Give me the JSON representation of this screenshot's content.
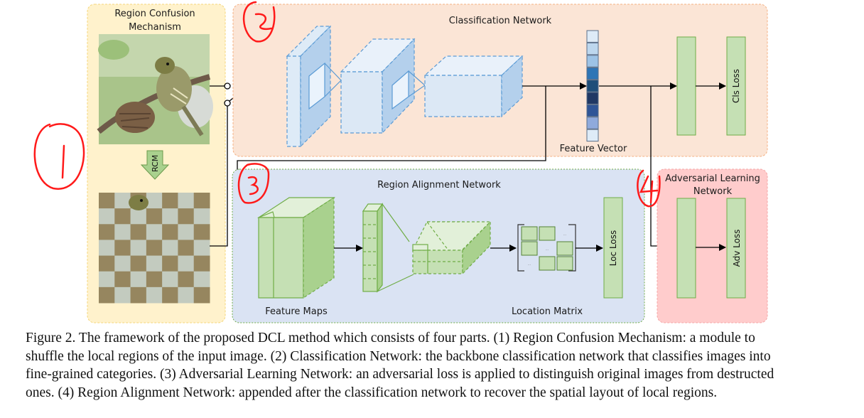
{
  "panels": {
    "rcm": {
      "title_line1": "Region Confusion",
      "title_line2": "Mechanism",
      "arrow_label": "RCM",
      "color": "#FFF2CC"
    },
    "classification": {
      "title": "Classification  Network",
      "feature_vector_label": "Feature Vector",
      "loss_label": "Cls Loss",
      "color": "#FBE5D6"
    },
    "alignment": {
      "title": "Region Alignment Network",
      "feature_maps_label": "Feature Maps",
      "location_matrix_label": "Location Matrix",
      "loss_label": "Loc Loss",
      "color": "#DAE3F3"
    },
    "adversarial": {
      "title_line1": "Adversarial Learning",
      "title_line2": "Network",
      "loss_label": "Adv Loss",
      "color": "#FFCCCC"
    }
  },
  "annotations": [
    "1",
    "2",
    "3",
    "4"
  ],
  "feature_vector_colors": [
    "#DEEBF7",
    "#BDD7EE",
    "#9DC3E6",
    "#2E75B6",
    "#1F4E79",
    "#203864",
    "#2F5597",
    "#8FAADC",
    "#DEEBF7"
  ],
  "matrix_ellipsis": "...",
  "caption": {
    "lines": [
      "Figure 2. The framework of the proposed DCL method which consists of four parts.  (1) Region Confusion Mechanism:  a module to",
      "shuffle the local regions of the input image.  (2) Classification Network:  the backbone classification network that classifies images into",
      "fine-grained categories.  (3) Adversarial Learning Network:  an adversarial loss is applied to distinguish original images from destructed",
      "ones. (4) Region Alignment Network: appended after the classification network to recover the spatial layout of local regions."
    ]
  }
}
